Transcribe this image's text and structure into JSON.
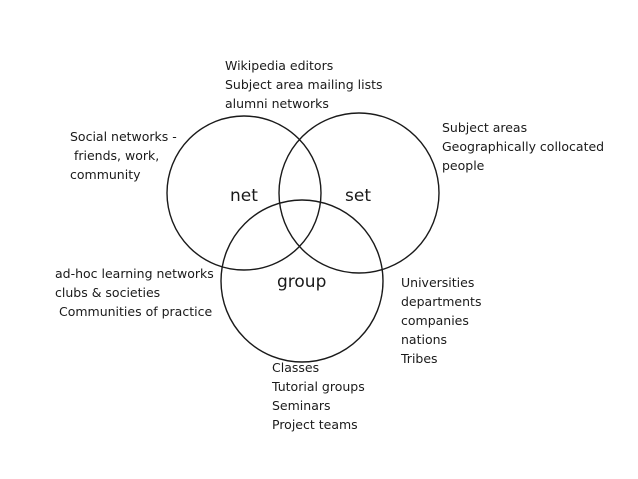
{
  "circles": {
    "net": "net",
    "set": "set",
    "group": "group"
  },
  "annotations": {
    "top": [
      "Wikipedia editors",
      "Subject area mailing lists",
      "alumni networks"
    ],
    "left": [
      "Social networks -",
      " friends, work,",
      "community"
    ],
    "right": [
      "Subject areas",
      "Geographically collocated",
      "people"
    ],
    "middle_left": [
      "ad-hoc learning networks",
      "clubs & societies",
      " Communities of practice"
    ],
    "middle_right": [
      "Universities",
      "departments",
      "companies",
      "nations",
      "Tribes"
    ],
    "bottom": [
      "Classes",
      "Tutorial groups",
      "Seminars",
      "Project teams"
    ]
  },
  "colors": {
    "stroke": "#1a1a1a",
    "text": "#1a1a1a",
    "background": "#ffffff"
  }
}
